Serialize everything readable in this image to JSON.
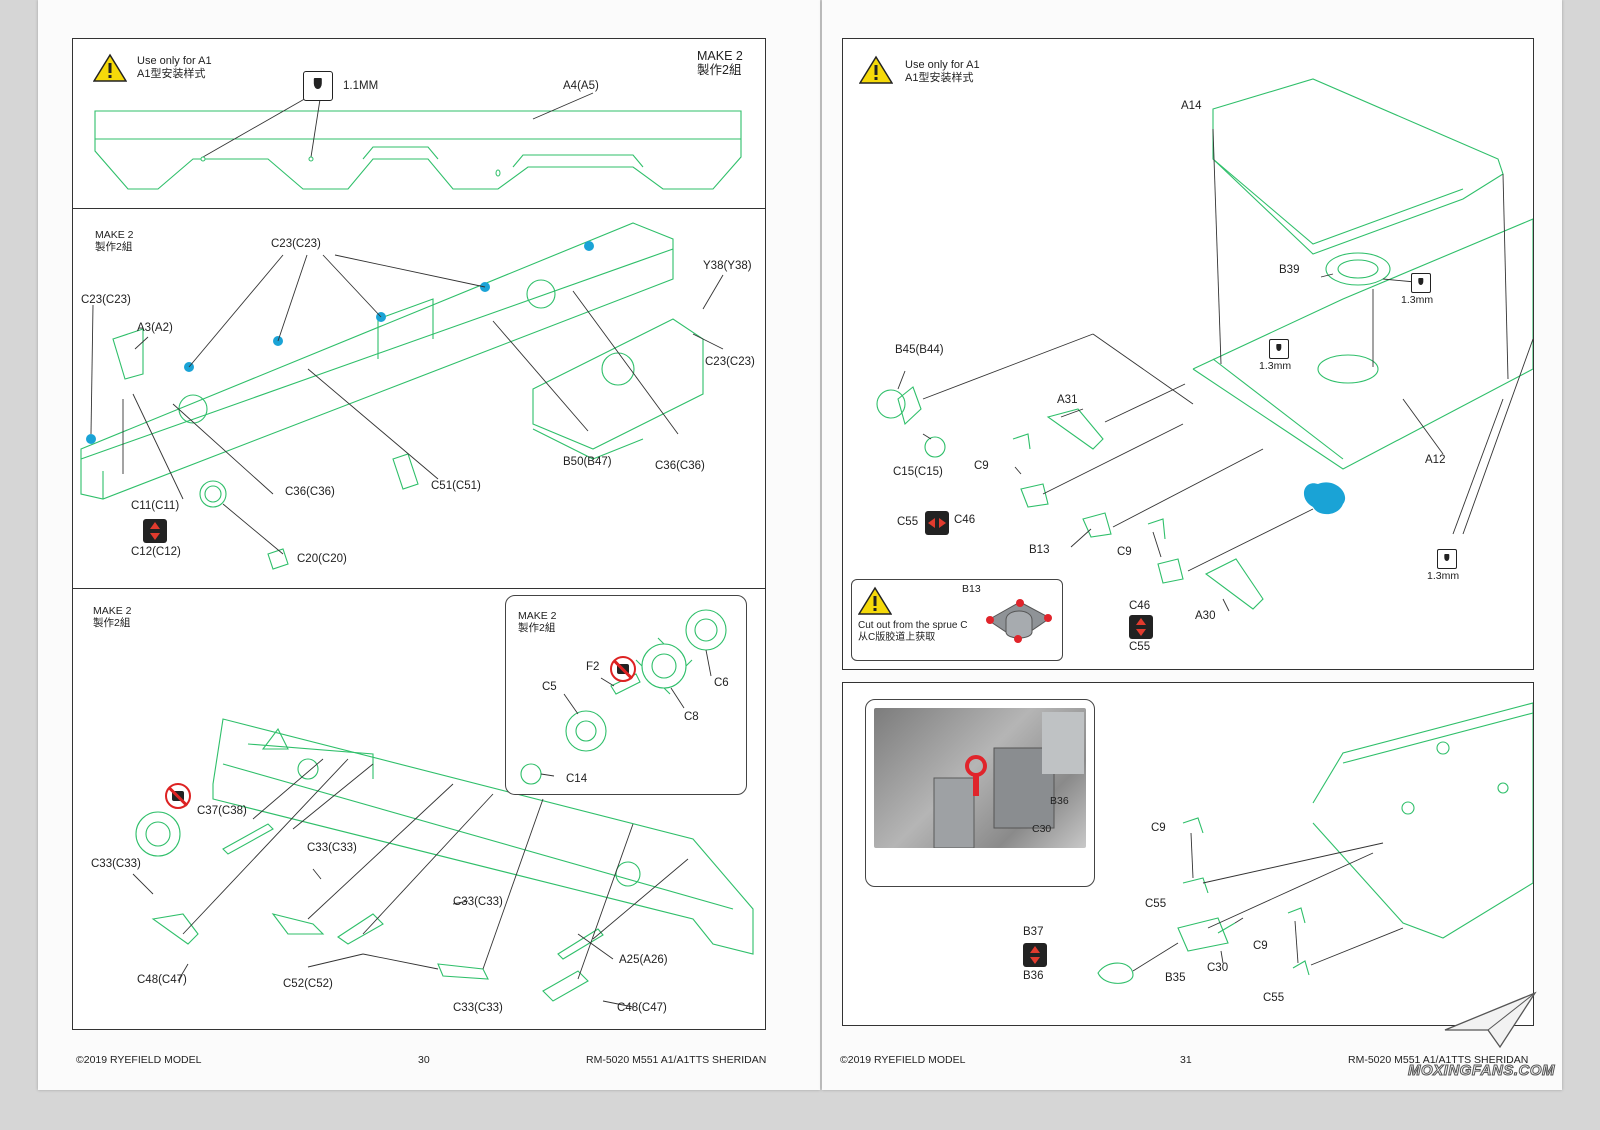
{
  "left_page": {
    "top_panel": {
      "warning_en": "Use only for A1",
      "warning_zh": "A1型安装样式",
      "make_en": "MAKE 2",
      "make_zh": "製作2組",
      "drill_size": "1.1MM",
      "labels": {
        "a4": "A4(A5)"
      }
    },
    "middle_panel": {
      "make_en": "MAKE 2",
      "make_zh": "製作2組",
      "labels": {
        "c23_top": "C23(C23)",
        "c23_left": "C23(C23)",
        "c23_right": "C23(C23)",
        "y38": "Y38(Y38)",
        "a3": "A3(A2)",
        "c11": "C11(C11)",
        "c12": "C12(C12)",
        "c36_left": "C36(C36)",
        "c20": "C20(C20)",
        "c51": "C51(C51)",
        "b50": "B50(B47)",
        "c36_right": "C36(C36)"
      }
    },
    "bottom_panel": {
      "make_en": "MAKE 2",
      "make_zh": "製作2組",
      "inset_make_en": "MAKE 2",
      "inset_make_zh": "製作2組",
      "labels": {
        "f2": "F2",
        "c5": "C5",
        "c6": "C6",
        "c8": "C8",
        "c14": "C14",
        "c37": "C37(C38)",
        "c33_a": "C33(C33)",
        "c33_b": "C33(C33)",
        "c33_c": "C33(C33)",
        "c33_d": "C33(C33)",
        "c48_left": "C48(C47)",
        "c52": "C52(C52)",
        "a25": "A25(A26)",
        "c48_right": "C48(C47)"
      }
    },
    "footer": {
      "copyright": "©2019 RYEFIELD MODEL",
      "page_number": "30",
      "product": "RM-5020 M551 A1/A1TTS SHERIDAN"
    }
  },
  "right_page": {
    "top_panel": {
      "warning_en": "Use only for A1",
      "warning_zh": "A1型安装样式",
      "drill_a": "1.3mm",
      "drill_b": "1.3mm",
      "drill_c": "1.3mm",
      "labels": {
        "a14": "A14",
        "b39": "B39",
        "b45": "B45(B44)",
        "a31": "A31",
        "c15": "C15(C15)",
        "c9_a": "C9",
        "c55_a": "C55",
        "c46_a": "C46",
        "b13": "B13",
        "c9_b": "C9",
        "c46_b": "C46",
        "c55_b": "C55",
        "a30": "A30",
        "a12": "A12"
      },
      "note": {
        "part": "B13",
        "text_en": "Cut out from the sprue C",
        "text_zh": "从C版胶道上获取"
      }
    },
    "bottom_panel": {
      "labels": {
        "photo_b36": "B36",
        "photo_c30": "C30",
        "b37": "B37",
        "b36": "B36",
        "c9_a": "C9",
        "c55_a": "C55",
        "b35": "B35",
        "c30": "C30",
        "c9_b": "C9",
        "c55_b": "C55"
      }
    },
    "footer": {
      "copyright": "©2019 RYEFIELD MODEL",
      "page_number": "31",
      "product": "RM-5020 M551 A1/A1TTS SHERIDAN"
    }
  },
  "watermark": "MOXINGFANS.COM",
  "colors": {
    "part_line": "#2fbf6a",
    "leader": "#333333",
    "highlight_blue": "#1aa3d6",
    "highlight_red": "#e0242b",
    "warning_yellow": "#f5d90a"
  },
  "icons": [
    "warning-icon",
    "drill-icon",
    "swap-arrows-icon",
    "no-glue-icon"
  ]
}
